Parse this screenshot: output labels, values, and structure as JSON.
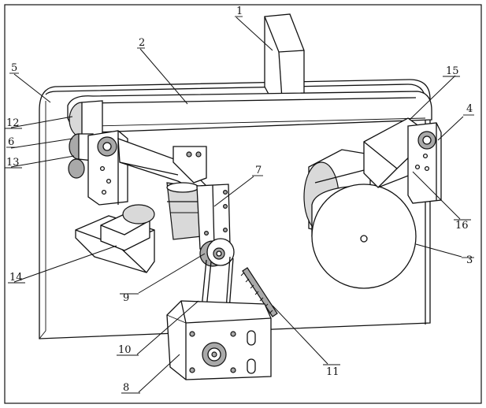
{
  "labels": [
    {
      "id": "1",
      "text": "1"
    },
    {
      "id": "2",
      "text": "2"
    },
    {
      "id": "3",
      "text": "3"
    },
    {
      "id": "4",
      "text": "4"
    },
    {
      "id": "5",
      "text": "5"
    },
    {
      "id": "6",
      "text": "6"
    },
    {
      "id": "7",
      "text": "7"
    },
    {
      "id": "8",
      "text": "8"
    },
    {
      "id": "9",
      "text": "9"
    },
    {
      "id": "10",
      "text": "10"
    },
    {
      "id": "11",
      "text": "11"
    },
    {
      "id": "12",
      "text": "12"
    },
    {
      "id": "13",
      "text": "13"
    },
    {
      "id": "14",
      "text": "14"
    },
    {
      "id": "15",
      "text": "15"
    },
    {
      "id": "16",
      "text": "16"
    }
  ]
}
